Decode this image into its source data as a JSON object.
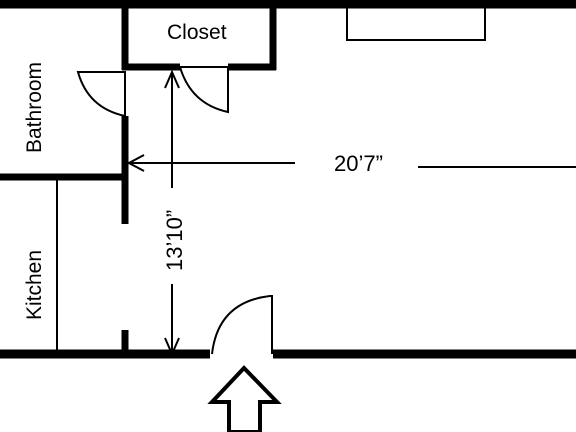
{
  "labels": {
    "closet": "Closet",
    "bathroom": "Bathroom",
    "kitchen": "Kitchen",
    "width": "20’7”",
    "height": "13’10”"
  }
}
